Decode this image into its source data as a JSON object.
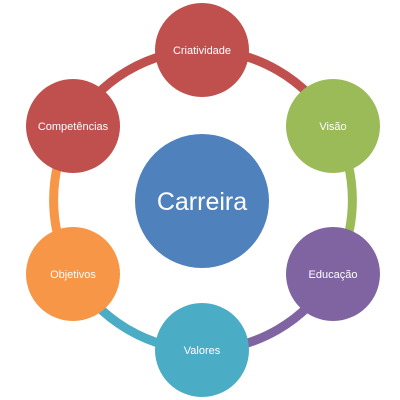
{
  "center": {
    "label": "Carreira",
    "color": "#4f81bd"
  },
  "nodes": [
    {
      "label": "Criatividade",
      "color": "#c0504d"
    },
    {
      "label": "Visão",
      "color": "#9bbb59"
    },
    {
      "label": "Educação",
      "color": "#8064a2"
    },
    {
      "label": "Valores",
      "color": "#4bacc6"
    },
    {
      "label": "Objetivos",
      "color": "#f79646"
    },
    {
      "label": "Competências",
      "color": "#c0504d"
    }
  ],
  "ring_colors": [
    "#c0504d",
    "#9bbb59",
    "#8064a2",
    "#4bacc6",
    "#f79646",
    "#c0504d"
  ]
}
